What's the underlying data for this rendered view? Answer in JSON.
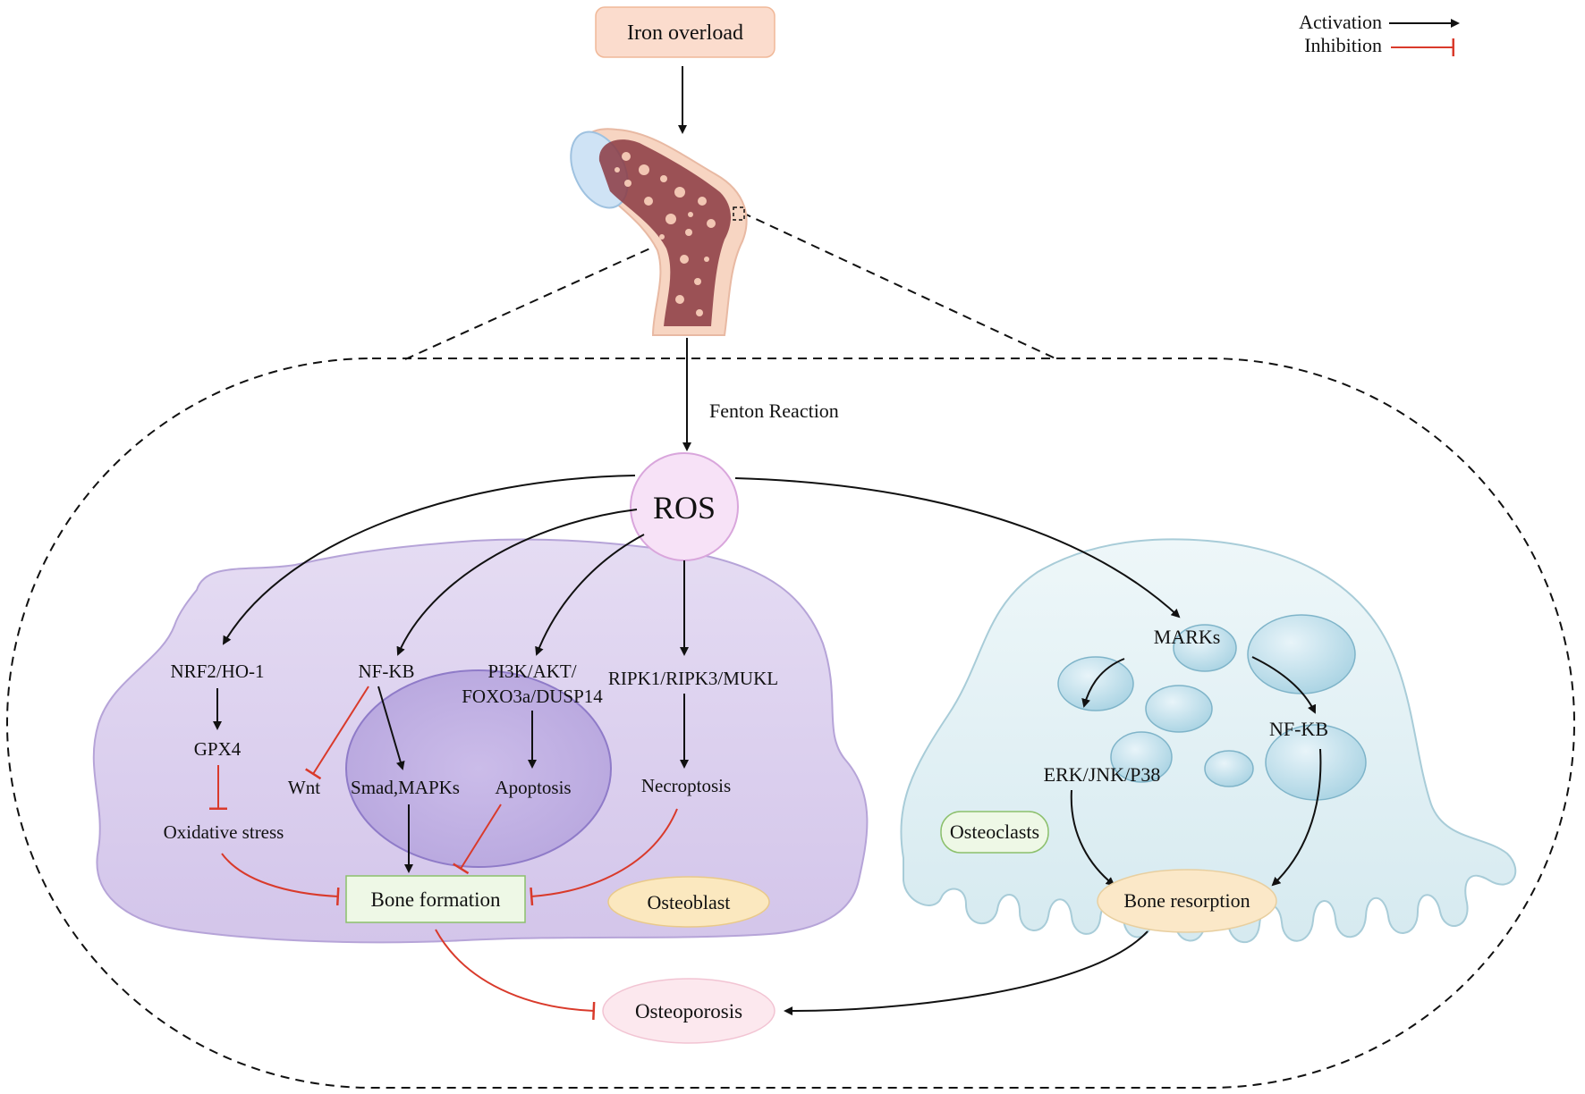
{
  "legend": {
    "activation": "Activation",
    "inhibition": "Inhibition"
  },
  "colors": {
    "activation": "#111111",
    "inhibition": "#d93a2b",
    "iron_box": "#fbdccd",
    "ros": "#f7e2f7",
    "bone_formation_box": "#eef8e6",
    "osteoblast_label": "#fbe8bf",
    "osteoclasts_label": "#eef8e6",
    "bone_resorption": "#fbe8c8",
    "osteoporosis": "#fce8ee",
    "osteoblast_cell": "#d9ccec",
    "osteoclast_cell": "#dcecf1"
  },
  "nodes": {
    "iron_overload": "Iron overload",
    "fenton_reaction": "Fenton Reaction",
    "ros": "ROS",
    "nrf2": "NRF2/HO-1",
    "gpx4": "GPX4",
    "oxidative_stress": "Oxidative stress",
    "nfkb_left": "NF-KB",
    "wnt": "Wnt",
    "smad": "Smad,MAPKs",
    "pi3k_line1": "PI3K/AKT/",
    "pi3k_line2": "FOXO3a/DUSP14",
    "apoptosis": "Apoptosis",
    "ripk": "RIPK1/RIPK3/MUKL",
    "necroptosis": "Necroptosis",
    "bone_formation": "Bone formation",
    "osteoblast": "Osteoblast",
    "osteoporosis": "Osteoporosis",
    "marks": "MARKs",
    "erk": "ERK/JNK/P38",
    "nfkb_right": "NF-KB",
    "osteoclasts": "Osteoclasts",
    "bone_resorption": "Bone resorption"
  },
  "icons": {
    "femur": "femur-bone-icon"
  }
}
